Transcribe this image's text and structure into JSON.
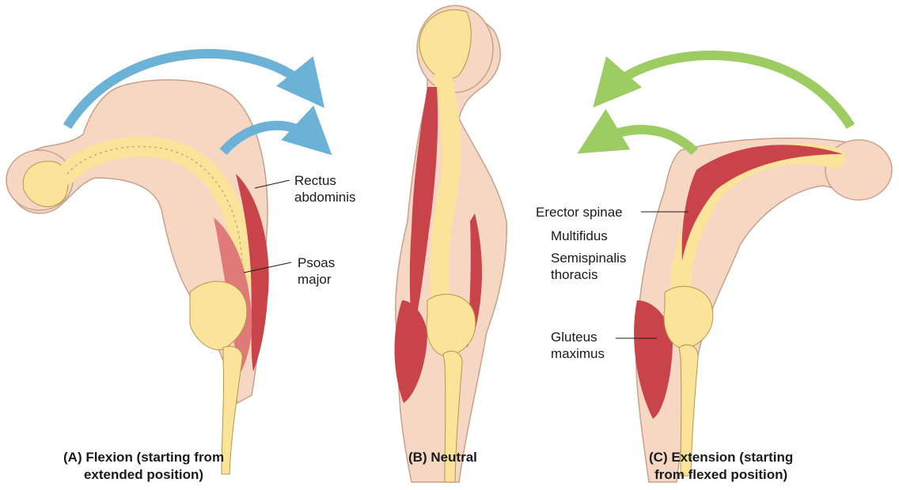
{
  "labels": {
    "rectus_abdominis": [
      "Rectus",
      "abdominis"
    ],
    "psoas_major": [
      "Psoas",
      "major"
    ],
    "erector_spinae": "Erector spinae",
    "multifidus": "Multifidus",
    "semispinalis_thoracis": [
      "Semispinalis",
      "thoracis"
    ],
    "gluteus_maximus": [
      "Gluteus",
      "maximus"
    ]
  },
  "captions": {
    "a": [
      "(A) Flexion (starting from",
      "extended position)"
    ],
    "b": "(B) Neutral",
    "c": [
      "(C) Extension (starting",
      "from flexed position)"
    ]
  },
  "colors": {
    "skin": "#f6d7c4",
    "skin_outline": "#c9a08a",
    "bone": "#fbe39a",
    "bone_outline": "#b89548",
    "muscle": "#c9444a",
    "muscle_light": "#e07a78",
    "arrow_flexion": "#6cb2d6",
    "arrow_extension": "#9dcc63"
  },
  "icons": {
    "flexion_arrow": "curved-arrow-right-icon",
    "extension_arrow": "curved-arrow-left-icon"
  }
}
